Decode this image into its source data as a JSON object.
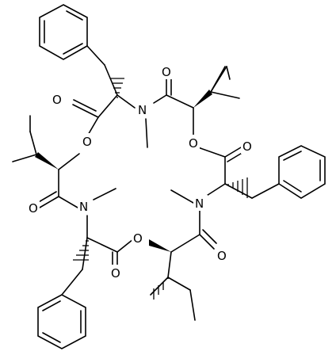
{
  "molecule": {
    "atom_labels": {
      "o_top_ester": "O",
      "o_top_amide": "O",
      "n_top": "N",
      "me_n_top": "",
      "o_ring_left": "O",
      "o_ring_right": "O",
      "o_right_ester": "O",
      "n_left": "N",
      "n_right": "N",
      "o_left_amide": "O",
      "o_ring_bottom": "O",
      "o_bottom_amide": "O",
      "o_bottom_ester": "O"
    }
  },
  "colors": {
    "bond": "#000000",
    "background": "#ffffff"
  }
}
